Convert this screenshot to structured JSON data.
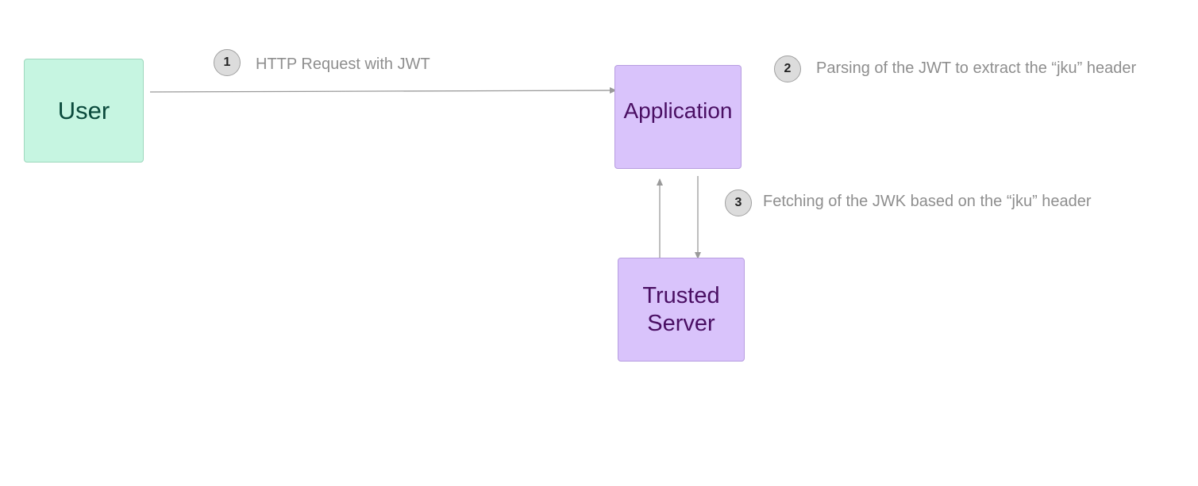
{
  "nodes": {
    "user": "User",
    "application": "Application",
    "trusted_server": "Trusted Server"
  },
  "steps": [
    {
      "number": "1",
      "label": "HTTP Request with JWT"
    },
    {
      "number": "2",
      "label": "Parsing of the JWT to extract the “jku” header"
    },
    {
      "number": "3",
      "label": "Fetching of the JWK based on the “jku” header"
    }
  ],
  "colors": {
    "user_fill": "#c6f5e1",
    "user_text": "#0b4a3c",
    "service_fill": "#d9c3fb",
    "service_text": "#4a0f63",
    "connector": "#9a9a9a",
    "label_text": "#8e8e8e",
    "badge_fill": "#dcdcdc"
  }
}
